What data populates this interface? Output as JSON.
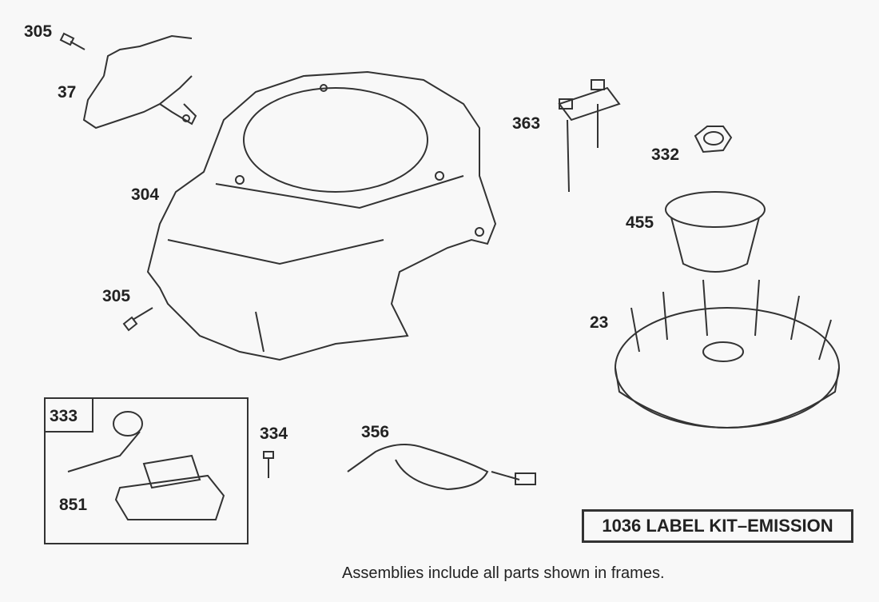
{
  "callouts": {
    "p305a": "305",
    "p37": "37",
    "p304": "304",
    "p305b": "305",
    "p363": "363",
    "p332": "332",
    "p455": "455",
    "p23": "23",
    "p333": "333",
    "p851": "851",
    "p334": "334",
    "p356": "356"
  },
  "kit_label": "1036 LABEL KIT–EMISSION",
  "footnote": "Assemblies include all parts shown in frames."
}
